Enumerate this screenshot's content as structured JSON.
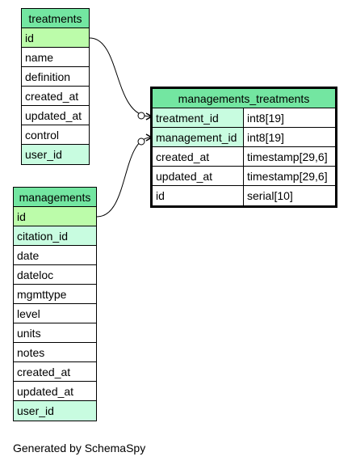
{
  "treatments": {
    "title": "treatments",
    "columns": [
      "id",
      "name",
      "definition",
      "created_at",
      "updated_at",
      "control",
      "user_id"
    ]
  },
  "managements": {
    "title": "managements",
    "columns": [
      "id",
      "citation_id",
      "date",
      "dateloc",
      "mgmttype",
      "level",
      "units",
      "notes",
      "created_at",
      "updated_at",
      "user_id"
    ]
  },
  "managements_treatments": {
    "title": "managements_treatments",
    "columns": [
      {
        "name": "treatment_id",
        "type": "int8[19]"
      },
      {
        "name": "management_id",
        "type": "int8[19]"
      },
      {
        "name": "created_at",
        "type": "timestamp[29,6]"
      },
      {
        "name": "updated_at",
        "type": "timestamp[29,6]"
      },
      {
        "name": "id",
        "type": "serial[10]"
      }
    ]
  },
  "footer": "Generated by SchemaSpy",
  "colors": {
    "header": "#73e6a1",
    "primary_key": "#bcfcaa",
    "foreign_key": "#c8fce0"
  }
}
